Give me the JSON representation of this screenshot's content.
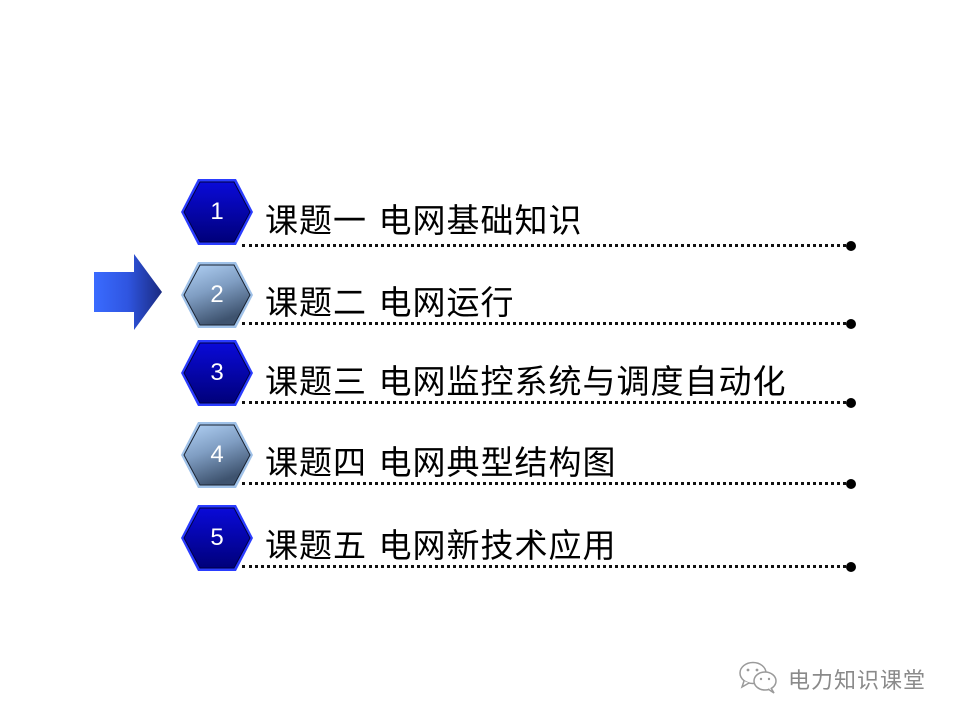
{
  "slide": {
    "current_item": 2,
    "items": [
      {
        "number": "1",
        "title": "课题一  电网基础知识",
        "style": "dark",
        "active": false
      },
      {
        "number": "2",
        "title": "课题二  电网运行",
        "style": "light",
        "active": true
      },
      {
        "number": "3",
        "title": "课题三  电网监控系统与调度自动化",
        "style": "dark",
        "active": false
      },
      {
        "number": "4",
        "title": "课题四  电网典型结构图",
        "style": "light",
        "active": false
      },
      {
        "number": "5",
        "title": "课题五  电网新技术应用",
        "style": "dark",
        "active": false
      }
    ]
  },
  "colors": {
    "hex_dark": "#0000cc",
    "hex_dark_edge": "#1a33ff",
    "hex_light_top": "#a9c8ec",
    "hex_light_bottom": "#4d6584",
    "arrow_left": "#3366ff",
    "arrow_right": "#1a2a80"
  },
  "watermark": {
    "icon": "wechat-icon",
    "text": "电力知识课堂"
  }
}
